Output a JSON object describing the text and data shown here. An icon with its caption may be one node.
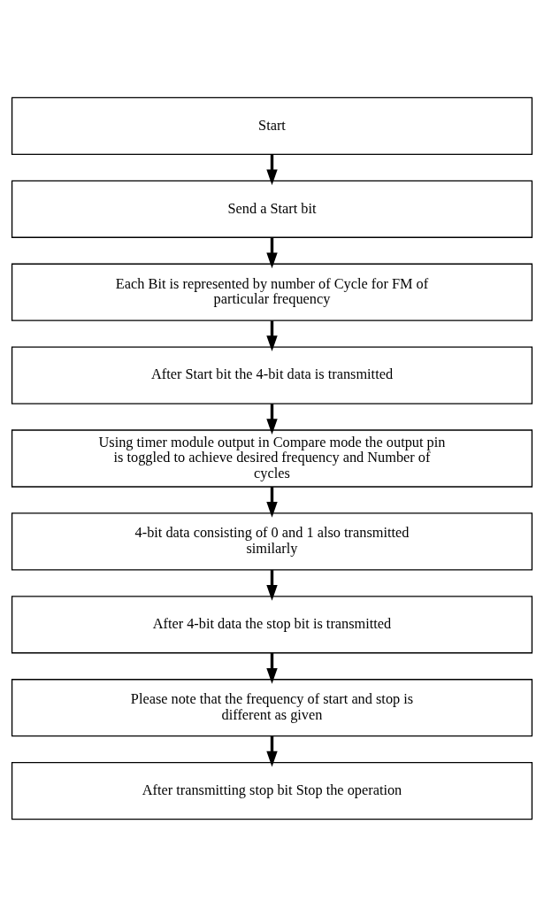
{
  "diagram": {
    "nodes": [
      {
        "text": [
          "Start"
        ]
      },
      {
        "text": [
          "Send a Start bit"
        ]
      },
      {
        "text": [
          "Each Bit is represented by number of Cycle for FM of particular frequency"
        ]
      },
      {
        "text": [
          "After Start bit the 4-bit data is transmitted"
        ]
      },
      {
        "text": [
          "Using timer module output in Compare mode the output pin is toggled to achieve desired frequency and Number of cycles"
        ]
      },
      {
        "text": [
          "4-bit data consisting of 0 and 1 also transmitted similarly"
        ]
      },
      {
        "text": [
          "After 4-bit data the stop bit is transmitted"
        ]
      },
      {
        "text": [
          "Please note that the frequency of start and stop is different as given"
        ]
      },
      {
        "text": [
          "After transmitting stop bit Stop the operation"
        ]
      }
    ],
    "edges": [
      {
        "from": 0,
        "to": 1,
        "arrow": "to"
      },
      {
        "from": 1,
        "to": 2,
        "arrow": "to"
      },
      {
        "from": 2,
        "to": 3,
        "arrow": "to"
      },
      {
        "from": 3,
        "to": 4,
        "arrow": "to"
      },
      {
        "from": 4,
        "to": 5,
        "arrow": "to"
      },
      {
        "from": 5,
        "to": 6,
        "arrow": "to"
      },
      {
        "from": 6,
        "to": 7,
        "arrow": "to"
      },
      {
        "from": 7,
        "to": 8,
        "arrow": "to"
      }
    ]
  }
}
